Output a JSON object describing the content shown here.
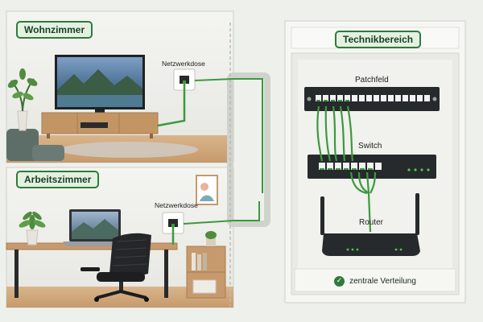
{
  "rooms": {
    "living": {
      "title": "Wohnzimmer",
      "outlet_label": "Netzwerkdose"
    },
    "office": {
      "title": "Arbeitszimmer",
      "outlet_label": "Netzwerkdose"
    }
  },
  "tech": {
    "title": "Technikbereich",
    "patchpanel_label": "Patchfeld",
    "switch_label": "Switch",
    "router_label": "Router",
    "footer_label": "zentrale Verteilung",
    "footer_icon": "check-circle-icon"
  },
  "colors": {
    "cable": "#3a9a3e",
    "badge_border": "#2f7a3c",
    "badge_fill": "#e4f1e2",
    "device": "#262a2c",
    "led": "#4cc94c"
  }
}
